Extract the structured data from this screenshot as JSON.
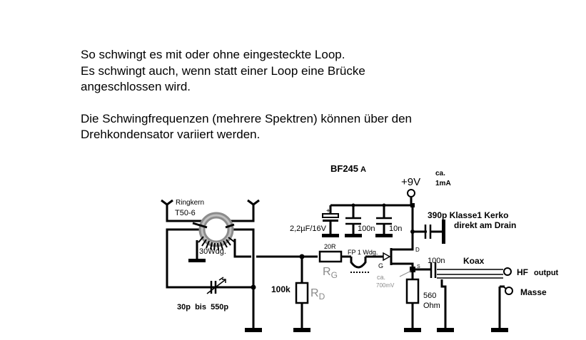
{
  "description": {
    "lines": [
      "So schwingt es mit oder ohne eingesteckte Loop.",
      "Es schwingt auch, wenn statt einer Loop eine Brücke",
      "angeschlossen wird.",
      "Die Schwingfrequenzen (mehrere Spektren) können über den",
      "Drehkondensator variiert werden."
    ]
  },
  "schematic": {
    "transistor": {
      "type": "BF245",
      "suffix": "A"
    },
    "supply": {
      "voltage": "+9V",
      "current_prefix": "ca.",
      "current": "1mA"
    },
    "toroid": {
      "name": "Ringkern",
      "type": "T50-6",
      "turns": "30Wdg."
    },
    "variable_cap": {
      "label": "30p  bis  550p"
    },
    "electrolytic": {
      "label": "2,2µF/16V",
      "polarity": "+"
    },
    "cap_100n_supply": {
      "label": "100n"
    },
    "cap_10n_supply": {
      "label": "10n"
    },
    "drain_cap": {
      "line1": "390p Klasse1 Kerko",
      "line2": "direkt am Drain"
    },
    "gate_resistor": {
      "value": "20R",
      "name_main": "R",
      "name_sub": "G"
    },
    "drain_resistor": {
      "value": "100k",
      "name_main": "R",
      "name_sub": "D"
    },
    "ferrite": {
      "label": "FP 1 Wdg."
    },
    "pins": {
      "gate": "G",
      "drain": "D",
      "source": "S"
    },
    "source_voltage": {
      "prefix": "ca.",
      "value": "700mV"
    },
    "source_resistor": {
      "line1": "560",
      "line2": "Ohm"
    },
    "output_cap": {
      "label": "100n"
    },
    "coax": {
      "label": "Koax"
    },
    "outputs": {
      "hf": "HF",
      "hf_suffix": "output",
      "ground": "Masse"
    }
  },
  "colors": {
    "line": "#000000",
    "core_outer": "#8c8c8c",
    "core_inner": "#c0c0c0",
    "annotation": "#8a8a8a"
  }
}
